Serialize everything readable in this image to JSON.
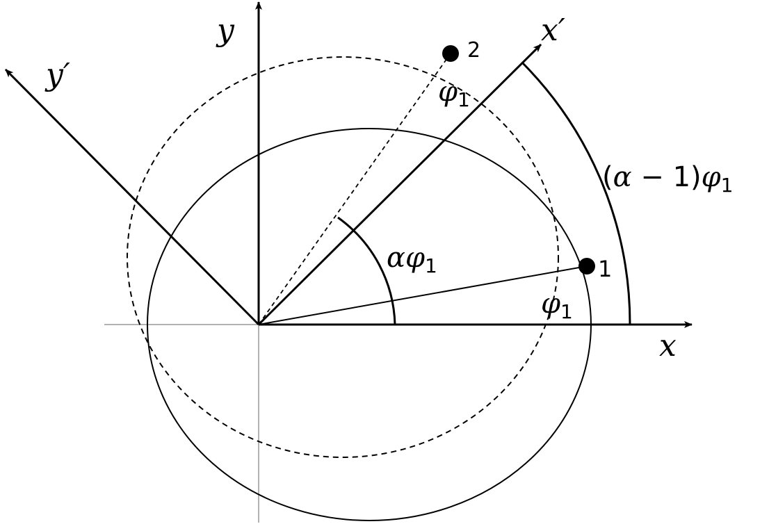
{
  "axes": {
    "x": "x",
    "y": "y",
    "x_prime": "x′",
    "y_prime": "y′"
  },
  "points": {
    "p1": "1",
    "p2": "2"
  },
  "angles": {
    "phi1_near_point1": {
      "greek": "φ",
      "sub": "1"
    },
    "phi1_near_point2": {
      "greek": "φ",
      "sub": "1"
    },
    "alpha_phi1": {
      "alpha": "α",
      "greek": "φ",
      "sub": "1"
    },
    "alpha_minus_one_phi1": {
      "open": "(",
      "alpha": "α",
      "minus": " − 1)",
      "greek": "φ",
      "sub": "1"
    }
  }
}
